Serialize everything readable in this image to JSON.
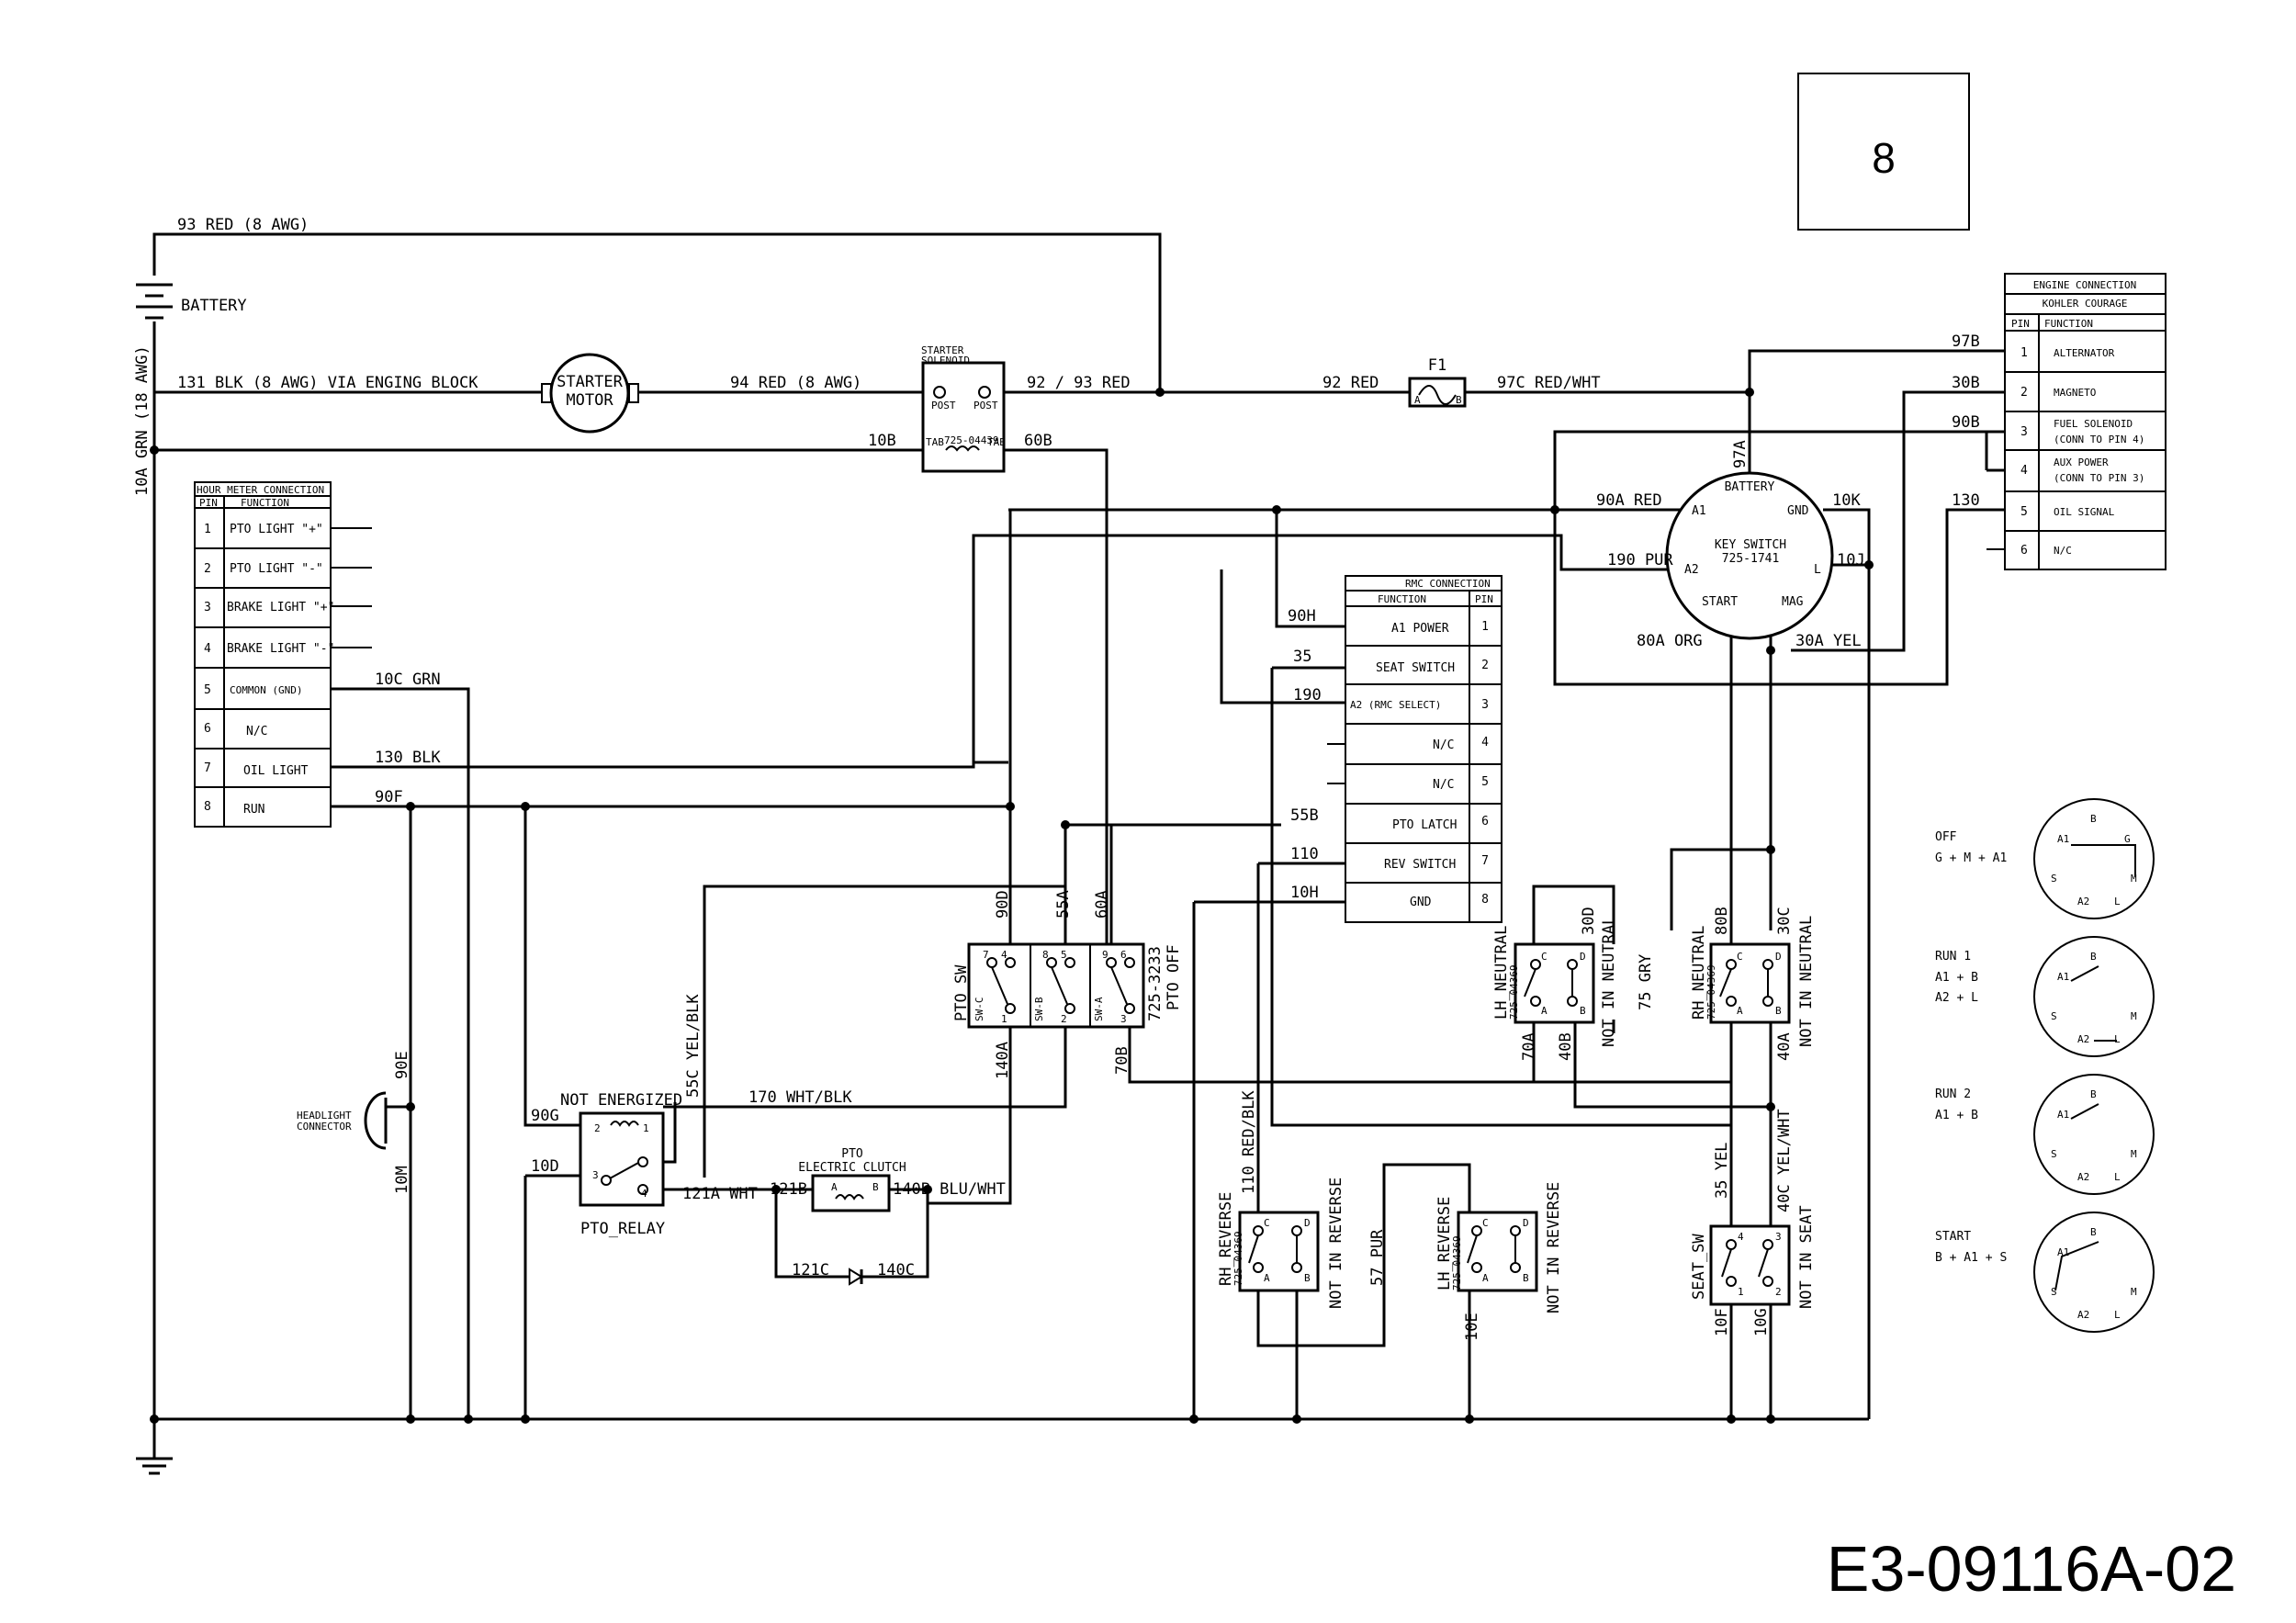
{
  "page_number": "8",
  "drawing_number": "E3-09116A-02",
  "battery": {
    "label": "BATTERY"
  },
  "starter_motor": {
    "label_line1": "STARTER",
    "label_line2": "MOTOR"
  },
  "starter_solenoid": {
    "label_line1": "STARTER",
    "label_line2": "SOLENOID",
    "post_left": "POST",
    "post_right": "POST",
    "tab_left": "TAB",
    "tab_right": "TAB",
    "part": "725-04439"
  },
  "fuse": {
    "label": "F1",
    "pin_a": "A",
    "pin_b": "B"
  },
  "wires": {
    "w93": "93 RED (8 AWG)",
    "w131": "131 BLK (8 AWG) VIA ENGING BLOCK",
    "w94": "94 RED (8 AWG)",
    "w92_93": "92 / 93 RED",
    "w92": "92 RED",
    "w97c": "97C RED/WHT",
    "w10a": "10A GRN (18 AWG)",
    "w10b": "10B",
    "w60b": "60B",
    "w97b": "97B",
    "w30b": "30B",
    "w90b": "90B",
    "w130": "130",
    "w97a": "97A",
    "w90a": "90A RED",
    "w10k": "10K",
    "w190pur": "190 PUR",
    "w10j": "10J",
    "w80a": "80A ORG",
    "w30a": "30A YEL",
    "w90h": "90H",
    "w35": "35",
    "w190": "190",
    "w55b": "55B",
    "w110": "110",
    "w10h": "10H",
    "w10c": "10C GRN",
    "w130blk": "130 BLK",
    "w90f": "90F",
    "w90d": "90D",
    "w55a": "55A",
    "w60a": "60A",
    "w140a": "140A",
    "w70b": "70B",
    "w55c": "55C YEL/BLK",
    "w170": "170 WHT/BLK",
    "w90g": "90G",
    "w10d": "10D",
    "w121a": "121A WHT",
    "w121b": "121B",
    "w140b": "140B BLU/WHT",
    "w121c": "121C",
    "w140c": "140C",
    "w90e": "90E",
    "w10m": "10M",
    "w30d": "30D",
    "w75": "75 GRY",
    "w70a": "70A",
    "w40b": "40B",
    "w80b": "80B",
    "w30c": "30C",
    "w40a": "40A",
    "w110rb": "110 RED/BLK",
    "w57": "57 PUR",
    "w10e": "10E",
    "w35yel": "35 YEL",
    "w40c": "40C YEL/WHT",
    "w10f": "10F",
    "w10g": "10G"
  },
  "hour_meter": {
    "title": "HOUR METER CONNECTION",
    "col_pin": "PIN",
    "col_function": "FUNCTION",
    "rows": [
      {
        "pin": "1",
        "function": "PTO LIGHT \"+\""
      },
      {
        "pin": "2",
        "function": "PTO LIGHT \"-\""
      },
      {
        "pin": "3",
        "function": "BRAKE LIGHT \"+\""
      },
      {
        "pin": "4",
        "function": "BRAKE LIGHT \"-\""
      },
      {
        "pin": "5",
        "function": "COMMON (GND)"
      },
      {
        "pin": "6",
        "function": "N/C"
      },
      {
        "pin": "7",
        "function": "OIL LIGHT"
      },
      {
        "pin": "8",
        "function": "RUN"
      }
    ]
  },
  "rmc": {
    "title": "RMC CONNECTION",
    "col_function": "FUNCTION",
    "col_pin": "PIN",
    "rows": [
      {
        "pin": "1",
        "function": "A1 POWER"
      },
      {
        "pin": "2",
        "function": "SEAT SWITCH"
      },
      {
        "pin": "3",
        "function": "A2 (RMC SELECT)"
      },
      {
        "pin": "4",
        "function": "N/C"
      },
      {
        "pin": "5",
        "function": "N/C"
      },
      {
        "pin": "6",
        "function": "PTO LATCH"
      },
      {
        "pin": "7",
        "function": "REV SWITCH"
      },
      {
        "pin": "8",
        "function": "GND"
      }
    ]
  },
  "engine": {
    "title_line1": "ENGINE CONNECTION",
    "title_line2": "KOHLER COURAGE",
    "col_pin": "PIN",
    "col_function": "FUNCTION",
    "rows": [
      {
        "pin": "1",
        "function": "ALTERNATOR",
        "function2": ""
      },
      {
        "pin": "2",
        "function": "MAGNETO",
        "function2": ""
      },
      {
        "pin": "3",
        "function": "FUEL SOLENOID",
        "function2": "(CONN TO PIN 4)"
      },
      {
        "pin": "4",
        "function": "AUX POWER",
        "function2": "(CONN TO PIN 3)"
      },
      {
        "pin": "5",
        "function": "OIL SIGNAL",
        "function2": ""
      },
      {
        "pin": "6",
        "function": "N/C",
        "function2": ""
      }
    ]
  },
  "key_switch": {
    "title": "KEY SWITCH",
    "part": "725-1741",
    "battery": "BATTERY",
    "a1": "A1",
    "gnd": "GND",
    "a2": "A2",
    "l": "L",
    "start": "START",
    "mag": "MAG"
  },
  "pto_switch": {
    "label": "PTO SW",
    "part": "725-3233",
    "state": "PTO OFF",
    "sw_c": "SW-C",
    "sw_b": "SW-B",
    "sw_a": "SW-A",
    "pins_top": [
      "7",
      "4",
      "8",
      "5",
      "9",
      "6"
    ],
    "pins_bottom": [
      "1",
      "2",
      "3"
    ]
  },
  "pto_relay": {
    "label": "PTO_RELAY",
    "state": "NOT ENERGIZED",
    "p1": "1",
    "p2": "2",
    "p3": "3",
    "p4": "4"
  },
  "pto_clutch": {
    "label_line1": "PTO",
    "label_line2": "ELECTRIC CLUTCH",
    "pin_a": "A",
    "pin_b": "B"
  },
  "headlight": {
    "label_line1": "HEADLIGHT",
    "label_line2": "CONNECTOR"
  },
  "lh_neutral": {
    "label": "LH_NEUTRAL",
    "part": "725-04369",
    "state": "NOT IN NEUTRAL",
    "c": "C",
    "a": "A",
    "b": "B",
    "d": "D"
  },
  "rh_neutral": {
    "label": "RH_NEUTRAL",
    "part": "725-04369",
    "state": "NOT IN NEUTRAL",
    "c": "C",
    "a": "A",
    "b": "B",
    "d": "D"
  },
  "rh_reverse": {
    "label": "RH_REVERSE",
    "part": "725-04369",
    "state": "NOT IN REVERSE",
    "c": "C",
    "a": "A",
    "b": "B",
    "d": "D"
  },
  "lh_reverse": {
    "label": "LH_REVERSE",
    "part": "725-04369",
    "state": "NOT IN REVERSE",
    "c": "C",
    "a": "A",
    "b": "B",
    "d": "D"
  },
  "seat_switch": {
    "label": "SEAT_SW",
    "state": "NOT IN SEAT",
    "p1": "1",
    "p2": "2",
    "p3": "3",
    "p4": "4"
  },
  "switch_positions": [
    {
      "name": "OFF",
      "conn": "G + M + A1",
      "conn2": ""
    },
    {
      "name": "RUN 1",
      "conn": "A1 + B",
      "conn2": "A2 + L"
    },
    {
      "name": "RUN 2",
      "conn": "A1 + B",
      "conn2": ""
    },
    {
      "name": "START",
      "conn": "B + A1 + S",
      "conn2": ""
    }
  ],
  "dial_labels": {
    "b": "B",
    "a1": "A1",
    "g": "G",
    "s": "S",
    "m": "M",
    "a2": "A2",
    "l": "L"
  }
}
